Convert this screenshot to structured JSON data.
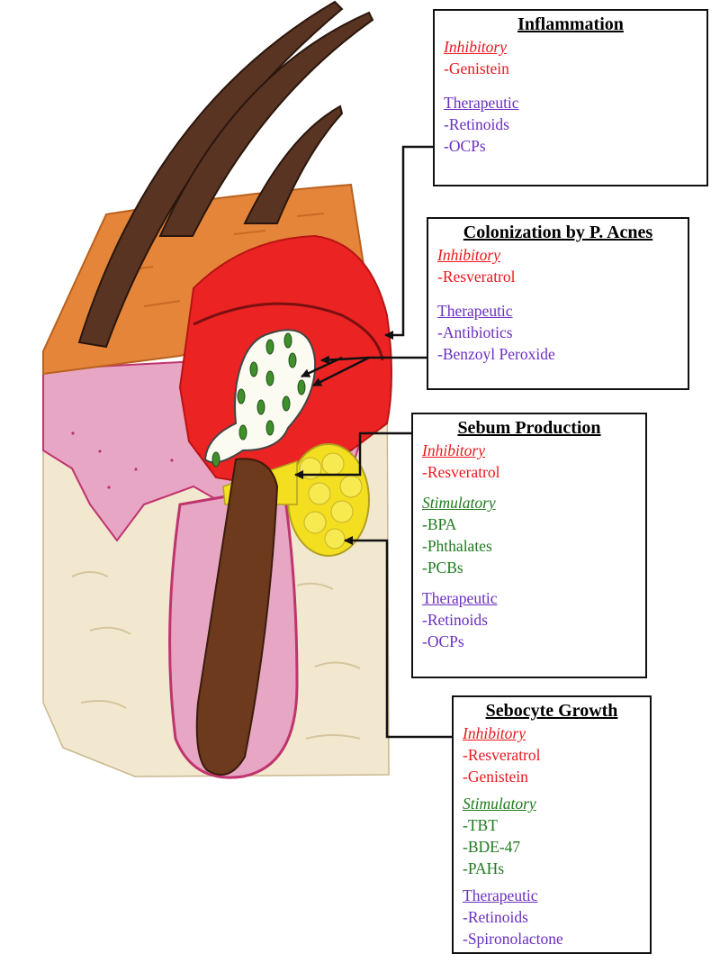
{
  "colors": {
    "inhibitory": "#e8191d",
    "therapeutic": "#6a2fc0",
    "stimulatory": "#1f7a1f",
    "hair": "#5a3422",
    "skin_surface": "#e5853a",
    "inflammation": "#ec2323",
    "dermis": "#f2e8cf",
    "sebaceous_gland": "#f3df1f",
    "bacteria": "#3f8f2a"
  },
  "boxes": {
    "inflammation": {
      "title": "Inflammation",
      "inhibitory": {
        "heading": "Inhibitory",
        "items": [
          "-Genistein"
        ]
      },
      "therapeutic": {
        "heading": "Therapeutic",
        "items": [
          "-Retinoids",
          "-OCPs"
        ]
      }
    },
    "colonization": {
      "title": "Colonization by P. Acnes",
      "inhibitory": {
        "heading": "Inhibitory",
        "items": [
          "-Resveratrol"
        ]
      },
      "therapeutic": {
        "heading": "Therapeutic",
        "items": [
          "-Antibiotics",
          "-Benzoyl Peroxide"
        ]
      }
    },
    "sebum": {
      "title": "Sebum Production",
      "inhibitory": {
        "heading": "Inhibitory",
        "items": [
          "-Resveratrol"
        ]
      },
      "stimulatory": {
        "heading": "Stimulatory",
        "items": [
          "-BPA",
          "-Phthalates",
          "-PCBs"
        ]
      },
      "therapeutic": {
        "heading": "Therapeutic",
        "items": [
          "-Retinoids",
          "-OCPs"
        ]
      }
    },
    "sebocyte": {
      "title": "Sebocyte Growth",
      "inhibitory": {
        "heading": "Inhibitory",
        "items": [
          "-Resveratrol",
          "-Genistein"
        ]
      },
      "stimulatory": {
        "heading": "Stimulatory",
        "items": [
          "-TBT",
          "-BDE-47",
          "-PAHs"
        ]
      },
      "therapeutic": {
        "heading": "Therapeutic",
        "items": [
          "-Retinoids",
          "-Spironolactone"
        ]
      }
    }
  }
}
